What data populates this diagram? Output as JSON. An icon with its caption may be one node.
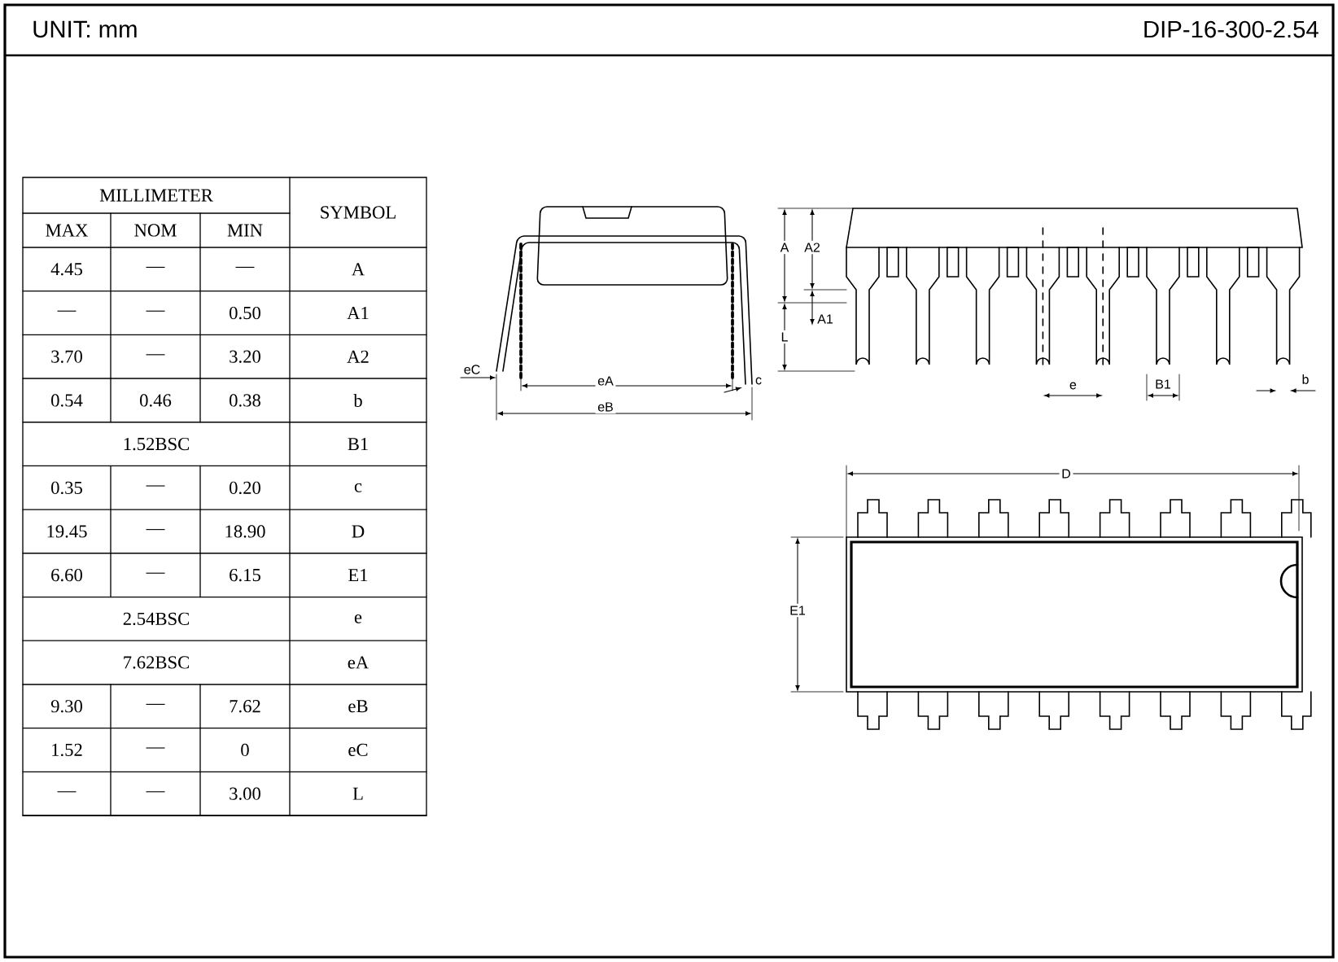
{
  "diagram": {
    "title": "DIP-16-300-2.54",
    "labels": [
      "UNIT: mm",
      "MILLIMETER",
      "SYMBOL",
      "MAX",
      "NOM",
      "MIN",
      "4.45",
      "—",
      "—",
      "A",
      "—",
      "—",
      "0.50",
      "A1",
      "3.70",
      "—",
      "3.20",
      "A2",
      "0.54",
      "0.46",
      "0.38",
      "b",
      "1.52BSC",
      "B1",
      "0.35",
      "—",
      "0.20",
      "c",
      "19.45",
      "—",
      "18.90",
      "D",
      "6.60",
      "—",
      "6.15",
      "E1",
      "2.54BSC",
      "e",
      "7.62BSC",
      "eA",
      "9.30",
      "—",
      "7.62",
      "eB",
      "1.52",
      "—",
      "0",
      "eC",
      "—",
      "—",
      "3.00",
      "L",
      "eC",
      "eA",
      "eB",
      "c",
      "A",
      "A2",
      "A1",
      "L",
      "e",
      "B1",
      "b",
      "D",
      "E1"
    ]
  }
}
